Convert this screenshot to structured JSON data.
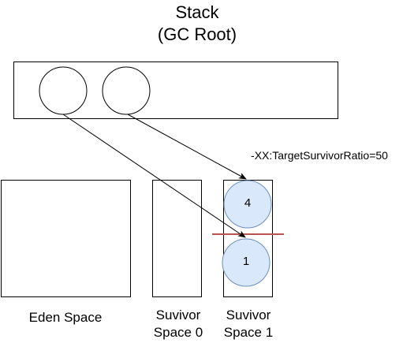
{
  "stack": {
    "title_line1": "Stack",
    "title_line2": "(GC Root)"
  },
  "flag_label": "-XX:TargetSurvivorRatio=50",
  "spaces": {
    "eden": "Eden Space",
    "survivor0_line1": "Suvivor",
    "survivor0_line2": "Space 0",
    "survivor1_line1": "Suvivor",
    "survivor1_line2": "Space 1"
  },
  "objects": {
    "top": "4",
    "bottom": "1"
  },
  "colors": {
    "object_fill": "#dae8fc",
    "object_stroke": "#6c8ebf",
    "threshold_line": "#b85450",
    "outline": "#000000"
  }
}
